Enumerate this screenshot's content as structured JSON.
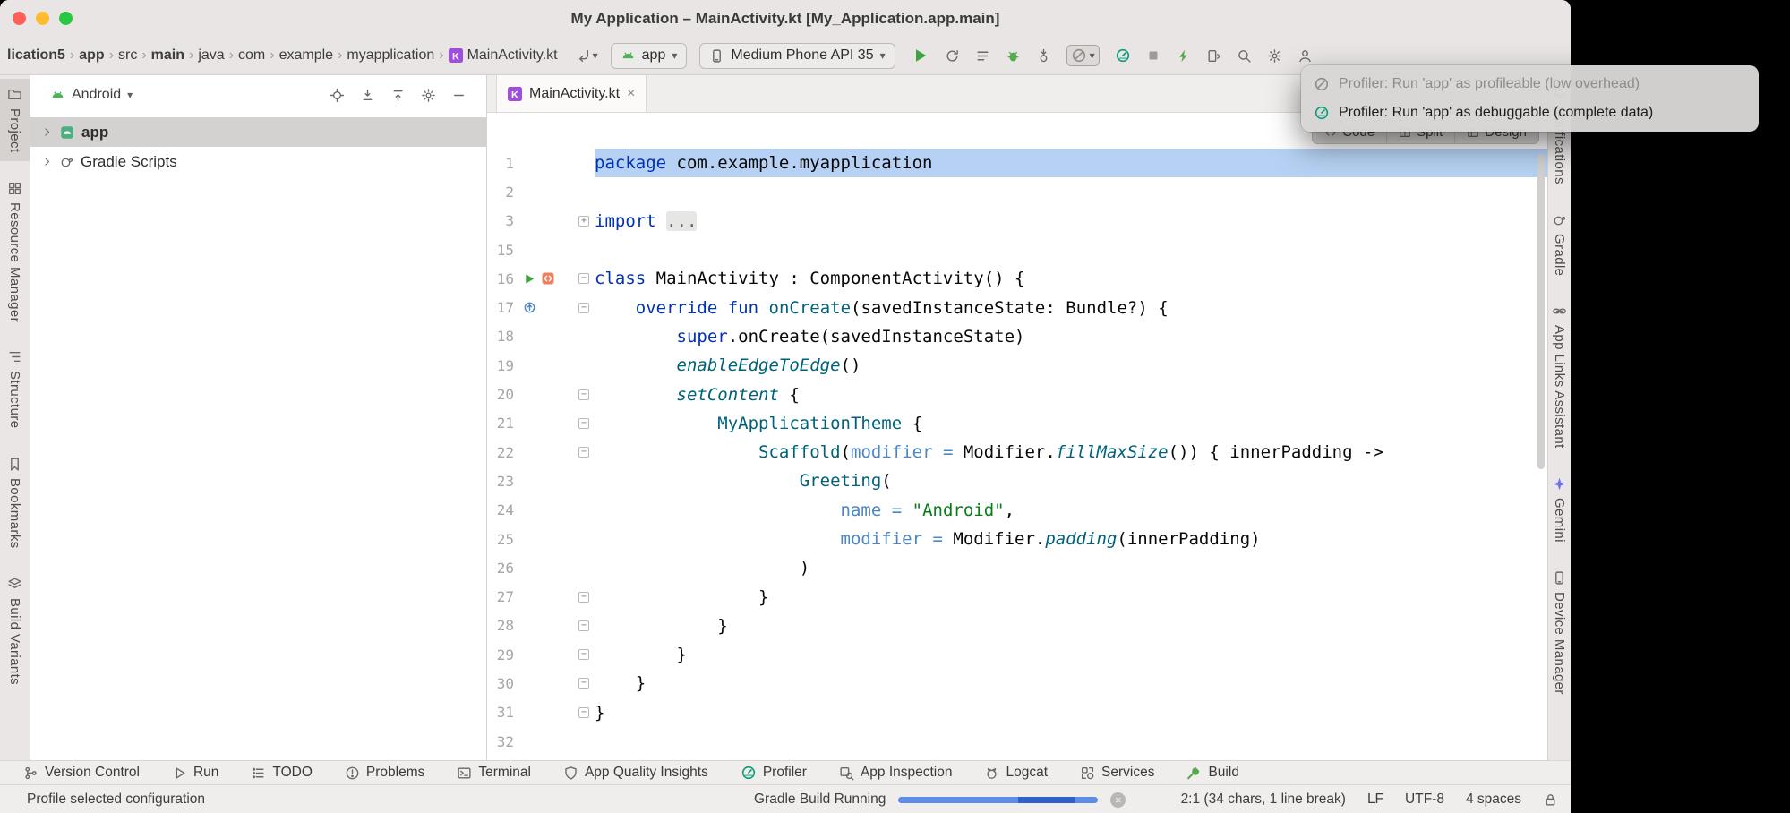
{
  "window": {
    "title": "My Application – MainActivity.kt [My_Application.app.main]"
  },
  "breadcrumbs": [
    {
      "label": "lication5",
      "bold": true
    },
    {
      "label": "app",
      "bold": true
    },
    {
      "label": "src",
      "bold": false
    },
    {
      "label": "main",
      "bold": true
    },
    {
      "label": "java",
      "bold": false
    },
    {
      "label": "com",
      "bold": false
    },
    {
      "label": "example",
      "bold": false
    },
    {
      "label": "myapplication",
      "bold": false
    },
    {
      "label": "MainActivity.kt",
      "bold": false,
      "icon": "kotlin-icon"
    }
  ],
  "toolbar": {
    "run_config": "app",
    "device": "Medium Phone API 35",
    "action_icons": [
      "rerun-icon",
      "build-list-icon",
      "debug-icon",
      "attach-debugger-icon"
    ],
    "profiler_dropdown_icon": "profiler-disabled-icon",
    "trailing_icons": [
      "profiler-icon",
      "stop-icon",
      "apply-changes-icon",
      "device-mirror-icon",
      "search-icon",
      "settings-icon",
      "user-icon"
    ]
  },
  "popup": {
    "items": [
      {
        "icon": "profiler-disabled-icon",
        "label": "Profiler: Run 'app' as profileable (low overhead)",
        "enabled": false
      },
      {
        "icon": "profiler-icon",
        "label": "Profiler: Run 'app' as debuggable (complete data)",
        "enabled": true
      }
    ]
  },
  "editor_modes": [
    {
      "icon": "code-mode-icon",
      "label": "Code"
    },
    {
      "icon": "split-mode-icon",
      "label": "Split"
    },
    {
      "icon": "design-mode-icon",
      "label": "Design"
    }
  ],
  "left_stripe": [
    {
      "icon": "folder-icon",
      "label": "Project",
      "active": true
    },
    {
      "icon": "resource-manager-icon",
      "label": "Resource Manager",
      "active": false
    },
    {
      "icon": "structure-icon",
      "label": "Structure",
      "active": false
    },
    {
      "icon": "bookmarks-icon",
      "label": "Bookmarks",
      "active": false
    },
    {
      "icon": "build-variants-icon",
      "label": "Build Variants",
      "active": false
    }
  ],
  "right_stripe": [
    {
      "icon": "bell-icon",
      "label": "Notifications",
      "active": false
    },
    {
      "icon": "gradle-elephant-icon",
      "label": "Gradle",
      "active": false
    },
    {
      "icon": "app-links-icon",
      "label": "App Links Assistant",
      "active": false
    },
    {
      "icon": "gemini-icon",
      "label": "Gemini",
      "active": false
    },
    {
      "icon": "device-manager-icon",
      "label": "Device Manager",
      "active": false
    }
  ],
  "project_panel": {
    "view": "Android",
    "tree": [
      {
        "icon": "app-module-icon",
        "label": "app",
        "selected": true,
        "bold": true
      },
      {
        "icon": "gradle-elephant-icon",
        "label": "Gradle Scripts",
        "selected": false,
        "bold": false
      }
    ]
  },
  "editor": {
    "tab": {
      "icon": "kotlin-icon",
      "label": "MainActivity.kt"
    },
    "lines": [
      {
        "num": "1",
        "selected": true,
        "fold": "none",
        "icons": [],
        "segs": [
          [
            "package",
            "kw"
          ],
          [
            " com.example.myapplication",
            "pln"
          ]
        ]
      },
      {
        "num": "2",
        "fold": "none",
        "icons": [],
        "segs": []
      },
      {
        "num": "3",
        "fold": "folded",
        "icons": [],
        "segs": [
          [
            "import",
            "kw"
          ],
          [
            " ",
            "pln"
          ],
          [
            "...",
            "chip"
          ]
        ]
      },
      {
        "num": "15",
        "fold": "none",
        "icons": [],
        "segs": []
      },
      {
        "num": "16",
        "fold": "open",
        "icons": [
          "run-gutter-icon",
          "compose-icon"
        ],
        "segs": [
          [
            "class",
            "kw"
          ],
          [
            " MainActivity : ComponentActivity() {",
            "pln"
          ]
        ]
      },
      {
        "num": "17",
        "fold": "open",
        "icons": [
          "override-icon"
        ],
        "segs": [
          [
            "    ",
            "pln"
          ],
          [
            "override",
            "kw"
          ],
          [
            " ",
            "pln"
          ],
          [
            "fun",
            "kw"
          ],
          [
            " ",
            "pln"
          ],
          [
            "onCreate",
            "fn"
          ],
          [
            "(savedInstanceState: Bundle?) {",
            "pln"
          ]
        ]
      },
      {
        "num": "18",
        "fold": "none",
        "icons": [],
        "segs": [
          [
            "        ",
            "pln"
          ],
          [
            "super",
            "kw"
          ],
          [
            ".onCreate(savedInstanceState)",
            "pln"
          ]
        ]
      },
      {
        "num": "19",
        "fold": "none",
        "icons": [],
        "segs": [
          [
            "        ",
            "pln"
          ],
          [
            "enableEdgeToEdge",
            "ext"
          ],
          [
            "()",
            "pln"
          ]
        ]
      },
      {
        "num": "20",
        "fold": "open",
        "icons": [],
        "segs": [
          [
            "        ",
            "pln"
          ],
          [
            "setContent",
            "ext"
          ],
          [
            " {",
            "pln"
          ]
        ]
      },
      {
        "num": "21",
        "fold": "open",
        "icons": [],
        "segs": [
          [
            "            ",
            "pln"
          ],
          [
            "MyApplicationTheme",
            "call"
          ],
          [
            " {",
            "pln"
          ]
        ]
      },
      {
        "num": "22",
        "fold": "open",
        "icons": [],
        "segs": [
          [
            "                ",
            "pln"
          ],
          [
            "Scaffold",
            "call"
          ],
          [
            "(",
            "pln"
          ],
          [
            "modifier = ",
            "arg"
          ],
          [
            "Modifier.",
            "pln"
          ],
          [
            "fillMaxSize",
            "ext"
          ],
          [
            "()) { innerPadding ->",
            "pln"
          ]
        ]
      },
      {
        "num": "23",
        "fold": "none",
        "icons": [],
        "segs": [
          [
            "                    ",
            "pln"
          ],
          [
            "Greeting",
            "call"
          ],
          [
            "(",
            "pln"
          ]
        ]
      },
      {
        "num": "24",
        "fold": "none",
        "icons": [],
        "segs": [
          [
            "                        ",
            "pln"
          ],
          [
            "name = ",
            "arg"
          ],
          [
            "\"Android\"",
            "str"
          ],
          [
            ",",
            "pln"
          ]
        ]
      },
      {
        "num": "25",
        "fold": "none",
        "icons": [],
        "segs": [
          [
            "                        ",
            "pln"
          ],
          [
            "modifier = ",
            "arg"
          ],
          [
            "Modifier.",
            "pln"
          ],
          [
            "padding",
            "ext"
          ],
          [
            "(innerPadding)",
            "pln"
          ]
        ]
      },
      {
        "num": "26",
        "fold": "none",
        "icons": [],
        "segs": [
          [
            "                    )",
            "pln"
          ]
        ]
      },
      {
        "num": "27",
        "fold": "end",
        "icons": [],
        "segs": [
          [
            "                }",
            "pln"
          ]
        ]
      },
      {
        "num": "28",
        "fold": "end",
        "icons": [],
        "segs": [
          [
            "            }",
            "pln"
          ]
        ]
      },
      {
        "num": "29",
        "fold": "end",
        "icons": [],
        "segs": [
          [
            "        }",
            "pln"
          ]
        ]
      },
      {
        "num": "30",
        "fold": "end",
        "icons": [],
        "segs": [
          [
            "    }",
            "pln"
          ]
        ]
      },
      {
        "num": "31",
        "fold": "end",
        "icons": [],
        "segs": [
          [
            "}",
            "pln"
          ]
        ]
      },
      {
        "num": "32",
        "fold": "none",
        "icons": [],
        "segs": []
      }
    ]
  },
  "bottom_bar": [
    {
      "icon": "branch-icon",
      "label": "Version Control"
    },
    {
      "icon": "run-icon",
      "label": "Run"
    },
    {
      "icon": "todo-icon",
      "label": "TODO"
    },
    {
      "icon": "problems-icon",
      "label": "Problems"
    },
    {
      "icon": "terminal-icon",
      "label": "Terminal"
    },
    {
      "icon": "aqi-icon",
      "label": "App Quality Insights"
    },
    {
      "icon": "profiler-icon",
      "label": "Profiler"
    },
    {
      "icon": "app-inspection-icon",
      "label": "App Inspection"
    },
    {
      "icon": "logcat-icon",
      "label": "Logcat"
    },
    {
      "icon": "services-icon",
      "label": "Services"
    },
    {
      "icon": "build-icon",
      "label": "Build"
    }
  ],
  "status_bar": {
    "left": "Profile selected configuration",
    "progress_label": "Gradle Build Running",
    "caret": "2:1 (34 chars, 1 line break)",
    "line_separator": "LF",
    "encoding": "UTF-8",
    "indent": "4 spaces"
  }
}
